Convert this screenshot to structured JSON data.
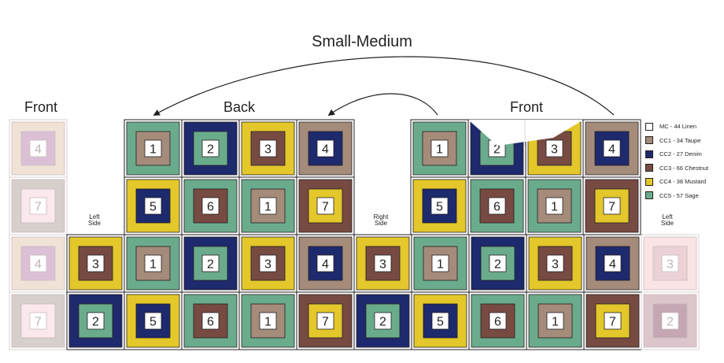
{
  "title": "Small-Medium",
  "sections": {
    "front_left": "Front",
    "back": "Back",
    "front_right": "Front"
  },
  "side_labels": {
    "left_side_inner": [
      "Left",
      "Side"
    ],
    "right_side": [
      "Right",
      "Side"
    ],
    "left_side_outer": [
      "Left",
      "Side"
    ]
  },
  "legend": [
    {
      "label": "MC - 44 Linen",
      "color": "#ffffff"
    },
    {
      "label": "CC1 - 34 Taupe",
      "color": "#a48b7a"
    },
    {
      "label": "CC2 - 27 Denim",
      "color": "#1e2a6e"
    },
    {
      "label": "CC3 - 66 Chestnut",
      "color": "#774b42"
    },
    {
      "label": "CC4 - 38 Mustard",
      "color": "#e3c72b"
    },
    {
      "label": "CC5 - 57 Sage",
      "color": "#6aab8c"
    }
  ],
  "blocks": {
    "1": {
      "outer": "#6aab8c",
      "inner": "#a48b7a"
    },
    "2": {
      "outer": "#1e2a6e",
      "inner": "#6aab8c"
    },
    "3": {
      "outer": "#e3c72b",
      "inner": "#774b42"
    },
    "4": {
      "outer": "#a48b7a",
      "inner": "#1e2a6e"
    },
    "5": {
      "outer": "#e3c72b",
      "inner": "#1e2a6e"
    },
    "6": {
      "outer": "#6aab8c",
      "inner": "#774b42"
    },
    "7": {
      "outer": "#774b42",
      "inner": "#e3c72b"
    }
  },
  "faded_blocks": {
    "4": {
      "outer": "#f0e3d6",
      "inner": "#dcc0d6"
    },
    "7": {
      "outer": "#d6cfcb",
      "inner": "#fbe8ec"
    },
    "3": {
      "outer": "#fbe4e6",
      "inner": "#ecd2d6"
    },
    "2": {
      "outer": "#dcc6cc",
      "inner": "#c4a7b2"
    }
  },
  "grid": {
    "front_left_column": [
      "4",
      "7",
      "4",
      "7"
    ],
    "back_rows": [
      [
        "1",
        "2",
        "3",
        "4"
      ],
      [
        "5",
        "6",
        "1",
        "7"
      ]
    ],
    "front_right_rows": [
      [
        "1",
        "2",
        "3",
        "4"
      ],
      [
        "5",
        "6",
        "1",
        "7"
      ]
    ],
    "band_row_1": [
      "3",
      "1",
      "2",
      "3",
      "4",
      "3",
      "1",
      "2",
      "3",
      "4"
    ],
    "band_row_2": [
      "2",
      "5",
      "6",
      "1",
      "7",
      "2",
      "5",
      "6",
      "1",
      "7"
    ],
    "left_side_outer_column": [
      "3",
      "2"
    ]
  }
}
